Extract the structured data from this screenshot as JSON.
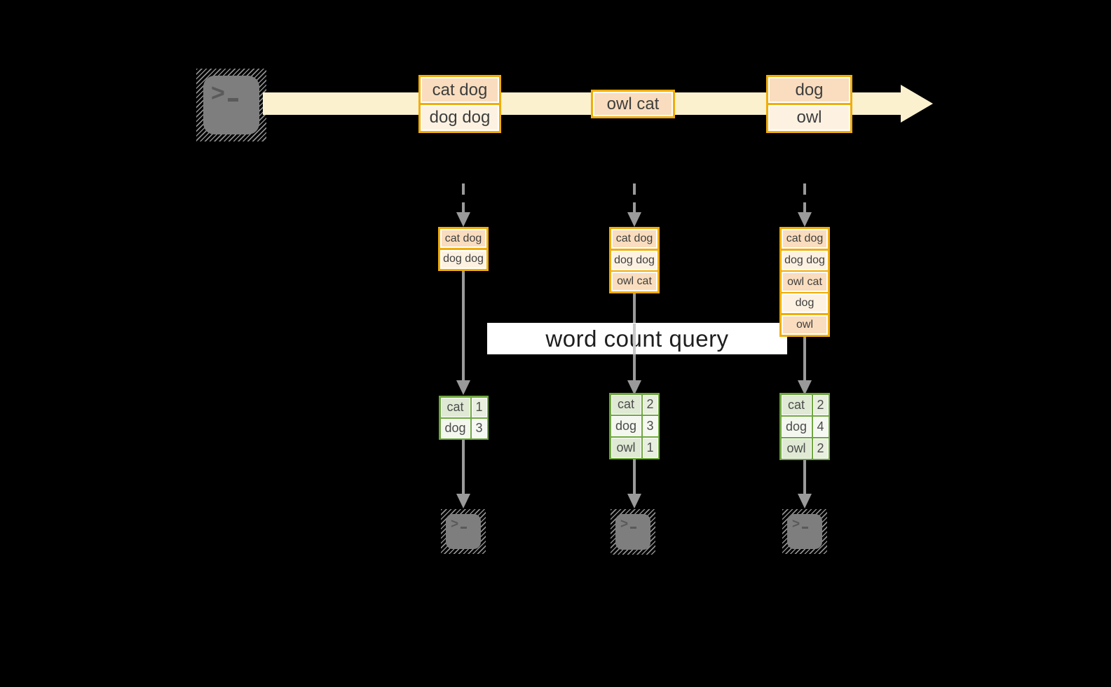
{
  "banner": {
    "label": "word count query"
  },
  "stream": {
    "source_icon": "terminal-icon",
    "batches": [
      {
        "records": [
          "cat dog",
          "dog dog"
        ]
      },
      {
        "records": [
          "owl cat"
        ]
      },
      {
        "records": [
          "dog",
          "owl"
        ]
      }
    ]
  },
  "columns": [
    {
      "input_records": [
        "cat dog",
        "dog dog"
      ],
      "counts": [
        [
          "cat",
          "1"
        ],
        [
          "dog",
          "3"
        ]
      ]
    },
    {
      "input_records": [
        "cat dog",
        "dog dog",
        "owl cat"
      ],
      "counts": [
        [
          "cat",
          "2"
        ],
        [
          "dog",
          "3"
        ],
        [
          "owl",
          "1"
        ]
      ]
    },
    {
      "input_records": [
        "cat dog",
        "dog dog",
        "owl cat",
        "dog",
        "owl"
      ],
      "counts": [
        [
          "cat",
          "2"
        ],
        [
          "dog",
          "4"
        ],
        [
          "owl",
          "2"
        ]
      ]
    }
  ],
  "icons": {
    "prompt": ">"
  },
  "colors": {
    "background": "#000000",
    "stream_band": "#fbf1cf",
    "record_border": "#f0ad08",
    "record_fill_a": "#f9ddbe",
    "record_fill_b": "#fdf2e2",
    "table_border": "#6ea73f",
    "table_fill_a": "#dfe9d4",
    "table_fill_b": "#f3f7ee",
    "arrow_gray": "#9a9a9a",
    "terminal_gray": "#7e7e7e",
    "banner_bg": "#ffffff",
    "text_dark": "#3e3e3e"
  }
}
